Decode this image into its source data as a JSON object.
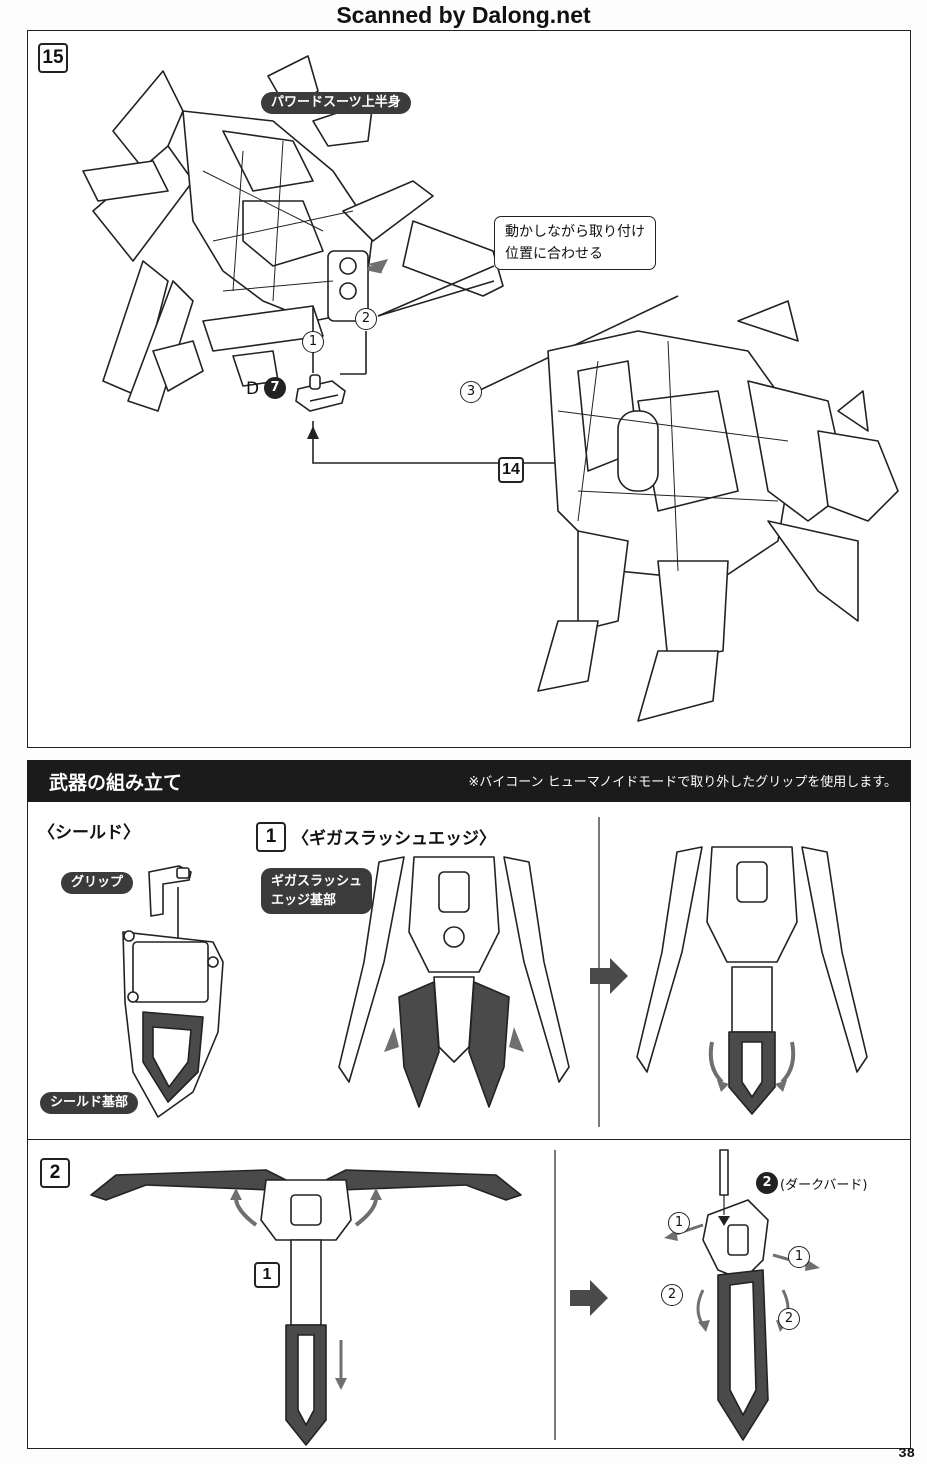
{
  "header": {
    "scan_credit": "Scanned by Dalong.net"
  },
  "step15": {
    "number": "15",
    "label_upper_body": "パワードスーツ上半身",
    "callout_text_line1": "動かしながら取り付け",
    "callout_text_line2": "位置に合わせる",
    "marker_1": "1",
    "marker_2": "2",
    "marker_3": "3",
    "part_letter": "D",
    "part_number": "7",
    "ref_step": "14"
  },
  "weapons": {
    "title": "武器の組み立て",
    "note": "※バイコーン ヒューマノイドモードで取り外したグリップを使用します。"
  },
  "shield": {
    "title": "〈シールド〉",
    "grip_label": "グリップ",
    "base_label": "シールド基部"
  },
  "giga_step1": {
    "number": "1",
    "title": "〈ギガスラッシュエッジ〉",
    "base_label_line1": "ギガスラッシュ",
    "base_label_line2": "エッジ基部"
  },
  "step2": {
    "number": "2",
    "ref_step": "1",
    "part_number": "2",
    "part_name": "(ダークバード)",
    "marker_1": "1",
    "marker_2": "2"
  },
  "page": {
    "number": "38"
  },
  "colors": {
    "ink": "#222222",
    "dark_part": "#4a4a4a",
    "arrow_gray": "#6f6f6f"
  }
}
